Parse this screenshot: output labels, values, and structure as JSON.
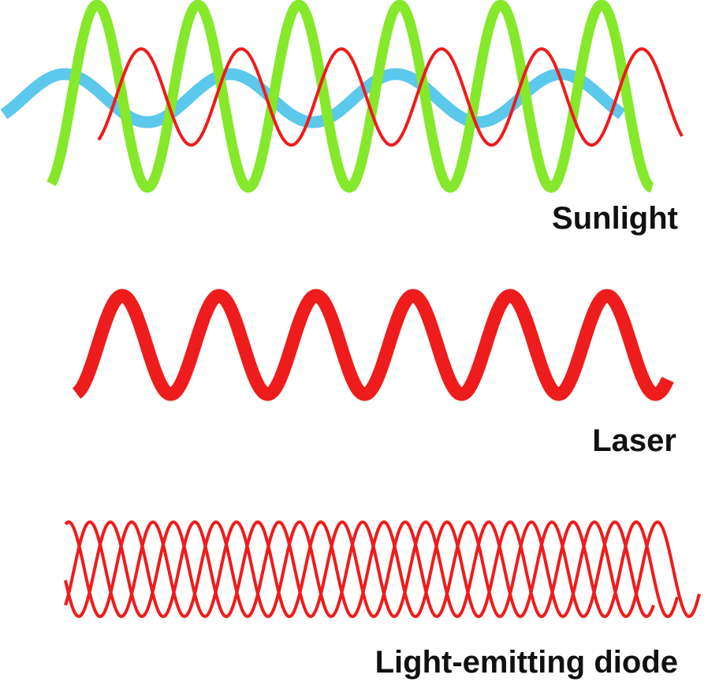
{
  "panels": [
    {
      "label": "Sunlight",
      "waves": [
        {
          "color": "#5bc8ec"
        },
        {
          "color": "#85e82a"
        },
        {
          "color": "#ee1c1c"
        }
      ]
    },
    {
      "label": "Laser",
      "waves": [
        {
          "color": "#ee1c1c"
        }
      ]
    },
    {
      "label": "Light-emitting diode",
      "waves": [
        {
          "color": "#ee1c1c"
        },
        {
          "color": "#ee1c1c"
        },
        {
          "color": "#ee1c1c"
        }
      ]
    }
  ]
}
